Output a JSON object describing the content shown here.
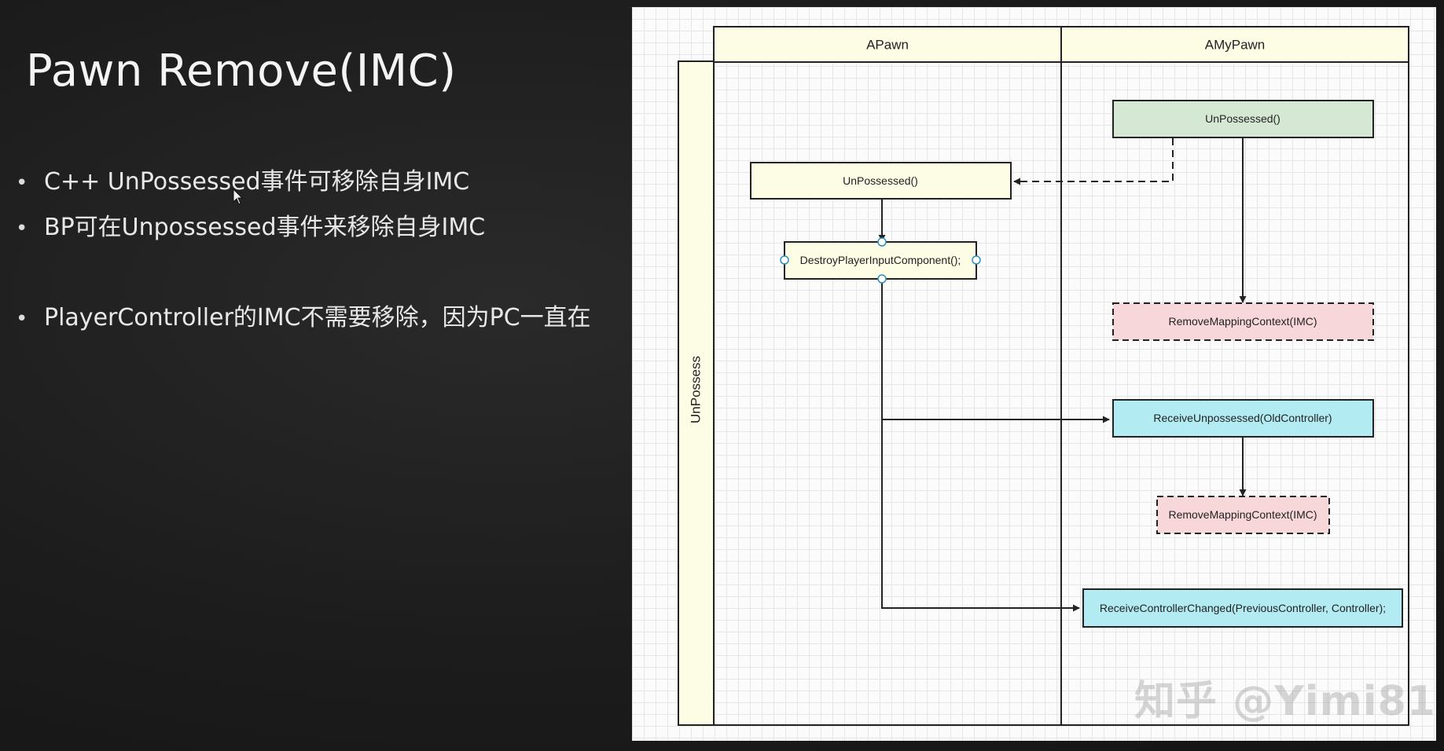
{
  "slide": {
    "title": "Pawn Remove(IMC)",
    "bullets": [
      {
        "marker": "•",
        "text": "C++ UnPossessed事件可移除自身IMC"
      },
      {
        "marker": "•",
        "text": "BP可在Unpossessed事件来移除自身IMC"
      },
      {
        "marker": "•",
        "text": "PlayerController的IMC不需要移除，因为PC一直在"
      }
    ]
  },
  "diagram": {
    "pool_label": "UnPossess",
    "lanes": [
      "APawn",
      "AMyPawn"
    ],
    "nodes": {
      "amypawn_unpossessed": {
        "label": "UnPossessed()",
        "fill": "#d5e8d4"
      },
      "apawn_unpossessed": {
        "label": "UnPossessed()",
        "fill": "#fdfce5"
      },
      "destroy_input": {
        "label": "DestroyPlayerInputComponent();",
        "fill": "#fdfce5"
      },
      "remove_imc_1": {
        "label": "RemoveMappingContext(IMC)",
        "fill": "#f8d7da"
      },
      "receive_unpossessed": {
        "label": "ReceiveUnpossessed(OldController)",
        "fill": "#b2ebf2"
      },
      "remove_imc_2": {
        "label": "RemoveMappingContext(IMC)",
        "fill": "#f8d7da"
      },
      "receive_controller_changed": {
        "label": "ReceiveControllerChanged(PreviousController, Controller);",
        "fill": "#b2ebf2"
      }
    }
  },
  "watermark": "知乎 @Yimi81"
}
